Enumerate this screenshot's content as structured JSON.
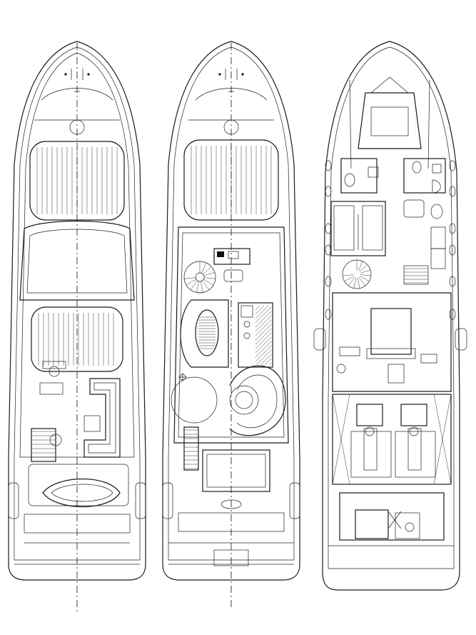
{
  "drawing": {
    "views": [
      {
        "id": "flybridge",
        "name": ""
      },
      {
        "id": "main-deck",
        "name": ""
      },
      {
        "id": "lower-deck",
        "name": ""
      }
    ],
    "colors": {
      "line": "#1a1a1a",
      "background": "#ffffff"
    }
  }
}
